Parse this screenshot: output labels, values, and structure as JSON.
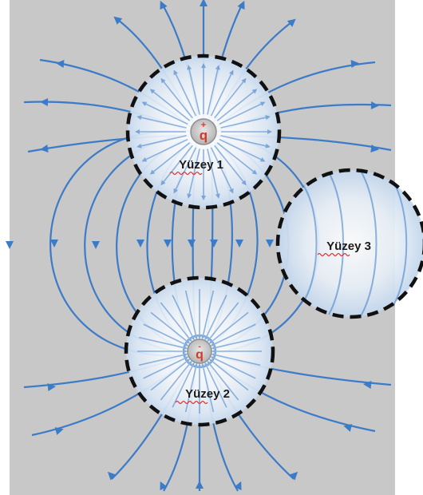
{
  "diagram": {
    "colors": {
      "background": "#c8c8c8",
      "field_line": "#3b7bc8",
      "surface_border": "#111111",
      "charge_text": "#d23a2a",
      "label_text": "#1a1a1a",
      "spell_underline": "#e03030"
    },
    "charges": [
      {
        "symbol": "q",
        "sign": "+"
      },
      {
        "symbol": "q",
        "sign": "-"
      }
    ],
    "surfaces": [
      {
        "label": "Yüzey 1"
      },
      {
        "label": "Yüzey 2"
      },
      {
        "label": "Yüzey 3"
      }
    ]
  }
}
